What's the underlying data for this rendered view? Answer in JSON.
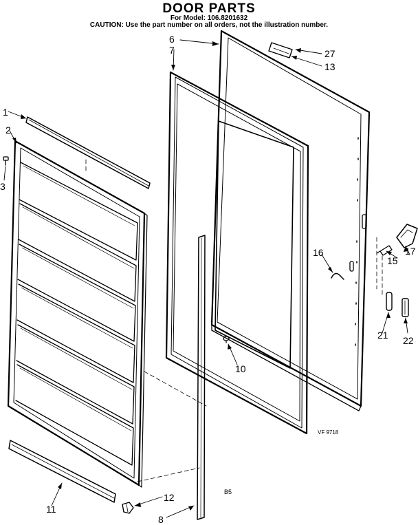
{
  "header": {
    "title": "DOOR PARTS",
    "model_line": "For Model: 106.8201632",
    "caution": "CAUTION: Use the part number on all orders, not the illustration number."
  },
  "callouts": [
    "1",
    "2",
    "3",
    "6",
    "7",
    "27",
    "13",
    "16",
    "15",
    "17",
    "21",
    "22",
    "10",
    "11",
    "12",
    "8"
  ],
  "codes": {
    "figure_code": "VF 9718",
    "page_code": "B5"
  }
}
